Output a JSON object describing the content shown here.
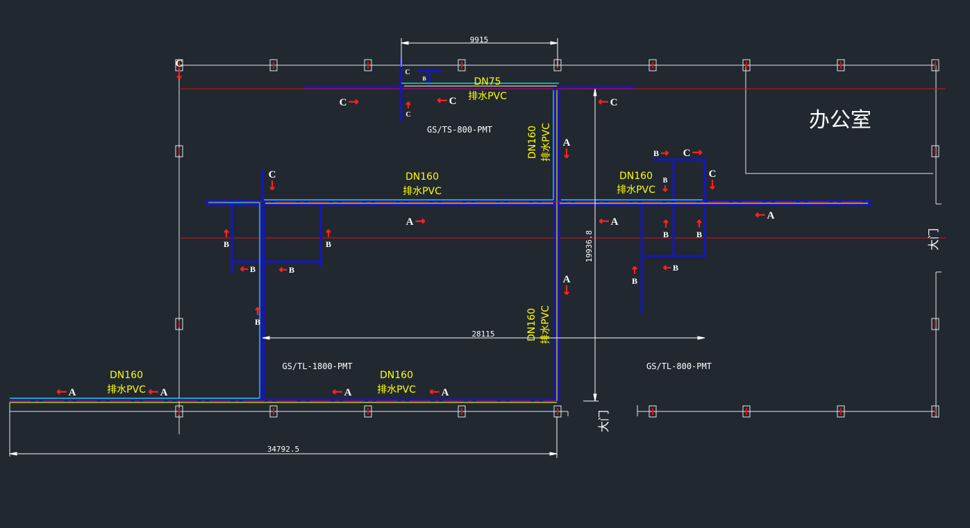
{
  "drawing": {
    "colors": {
      "background": "#212830",
      "grid": "#e8e8e8",
      "axis_red": "#e01010",
      "pipe_blue": "#1515c8",
      "pipe_cyan": "#20d0d0",
      "pipe_yellow": "#e8e800",
      "arrow_red": "#ff2020",
      "text_white": "#ffffff",
      "text_yellow": "#ffff00"
    },
    "dimensions": {
      "top_width": "9915",
      "vertical": "19936.8",
      "middle_width": "28115",
      "bottom_width": "34792.5"
    },
    "rooms": {
      "office": "办公室"
    },
    "doors": {
      "right_door": "大门",
      "bottom_door": "大门"
    },
    "equipment": {
      "top_unit": "GS/TS-800-PMT",
      "left_unit": "GS/TL-1800-PMT",
      "right_unit": "GS/TL-800-PMT"
    },
    "pipe_labels": {
      "top_dn": "DN75",
      "top_material": "排水PVC",
      "center_dn": "DN160",
      "center_material": "排水PVC",
      "vertical_upper_dn": "DN160",
      "vertical_upper_material": "排水PVC",
      "vertical_lower_dn": "DN160",
      "vertical_lower_material": "排水PVC",
      "right_dn": "DN160",
      "right_material": "排水PVC",
      "bottom_left_dn": "DN160",
      "bottom_left_material": "排水PVC",
      "bottom_mid_dn": "DN160",
      "bottom_mid_material": "排水PVC"
    },
    "flow_markers": [
      {
        "letter": "C",
        "dir": "down"
      },
      {
        "letter": "C",
        "dir": "none"
      },
      {
        "letter": "C",
        "dir": "up"
      },
      {
        "letter": "B",
        "dir": "none"
      },
      {
        "letter": "C",
        "dir": "right"
      },
      {
        "letter": "C",
        "dir": "left"
      },
      {
        "letter": "C",
        "dir": "left"
      },
      {
        "letter": "A",
        "dir": "down"
      },
      {
        "letter": "C",
        "dir": "down"
      },
      {
        "letter": "A",
        "dir": "right"
      },
      {
        "letter": "A",
        "dir": "left"
      },
      {
        "letter": "A",
        "dir": "left"
      },
      {
        "letter": "B",
        "dir": "up"
      },
      {
        "letter": "B",
        "dir": "up"
      },
      {
        "letter": "B",
        "dir": "left"
      },
      {
        "letter": "B",
        "dir": "left"
      },
      {
        "letter": "B",
        "dir": "up"
      },
      {
        "letter": "A",
        "dir": "down"
      },
      {
        "letter": "B",
        "dir": "right"
      },
      {
        "letter": "C",
        "dir": "right"
      },
      {
        "letter": "B",
        "dir": "down"
      },
      {
        "letter": "C",
        "dir": "down"
      },
      {
        "letter": "B",
        "dir": "up"
      },
      {
        "letter": "B",
        "dir": "up"
      },
      {
        "letter": "B",
        "dir": "up"
      },
      {
        "letter": "B",
        "dir": "left"
      },
      {
        "letter": "A",
        "dir": "left"
      },
      {
        "letter": "A",
        "dir": "left"
      },
      {
        "letter": "A",
        "dir": "left"
      },
      {
        "letter": "A",
        "dir": "left"
      }
    ]
  }
}
